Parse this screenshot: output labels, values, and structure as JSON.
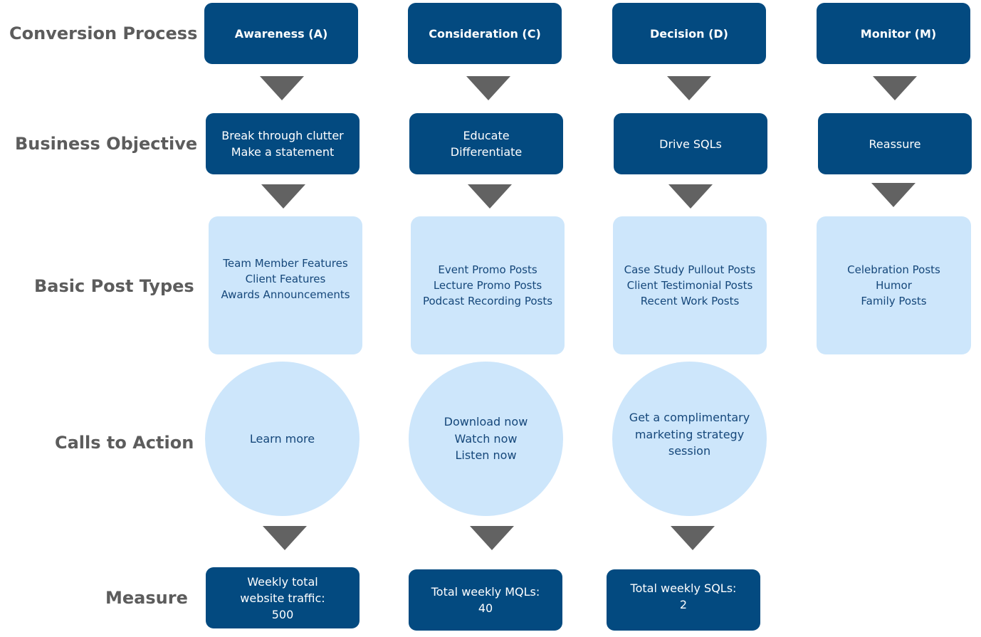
{
  "row_labels": {
    "conversion": "Conversion Process",
    "objective": "Business Objective",
    "post_types": "Basic Post Types",
    "cta": "Calls to Action",
    "measure": "Measure"
  },
  "stages": [
    {
      "title": "Awareness (A)",
      "objective": [
        "Break through clutter",
        "Make a statement"
      ],
      "post_types": [
        "Team Member Features",
        "Client Features",
        "Awards Announcements"
      ],
      "cta": [
        "Learn more"
      ],
      "measure": [
        "Weekly total",
        "website traffic:",
        "500"
      ]
    },
    {
      "title": "Consideration (C)",
      "objective": [
        "Educate",
        "Differentiate"
      ],
      "post_types": [
        "Event Promo Posts",
        "Lecture Promo Posts",
        "Podcast Recording Posts"
      ],
      "cta": [
        "Download now",
        "Watch now",
        "Listen now"
      ],
      "measure": [
        "Total weekly MQLs:",
        "40"
      ]
    },
    {
      "title": "Decision (D)",
      "objective": [
        "Drive SQLs"
      ],
      "post_types": [
        "Case Study Pullout Posts",
        "Client Testimonial Posts",
        "Recent Work Posts"
      ],
      "cta": [
        "Get a complimentary",
        "marketing strategy",
        "session"
      ],
      "measure": [
        "Total weekly SQLs:",
        "2"
      ]
    },
    {
      "title": "Monitor (M)",
      "objective": [
        "Reassure"
      ],
      "post_types": [
        "Celebration Posts",
        "Humor",
        "Family Posts"
      ]
    }
  ],
  "colors": {
    "dark_box": "#034a80",
    "light_box": "#cde6fb",
    "arrow": "#626262",
    "label": "#5c5c5c",
    "light_text": "#15477a"
  }
}
